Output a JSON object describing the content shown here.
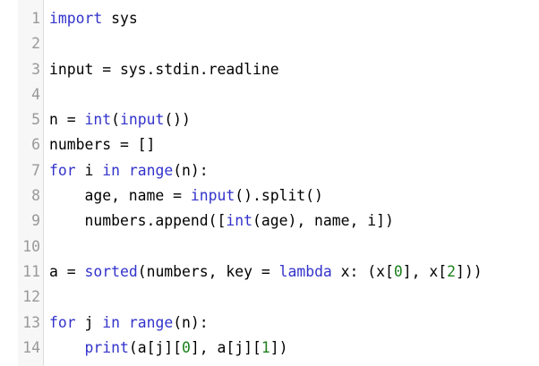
{
  "editor": {
    "colors": {
      "keyword": "#3333cc",
      "number": "#1a7f1a",
      "text": "#000000",
      "line_number": "#999999",
      "gutter_bg": "#f7f7f7"
    },
    "lines": [
      {
        "num": "1",
        "tokens": [
          [
            "kw2",
            "import"
          ],
          [
            "t",
            " sys"
          ]
        ]
      },
      {
        "num": "2",
        "tokens": []
      },
      {
        "num": "3",
        "tokens": [
          [
            "t",
            "input = sys.stdin.readline"
          ]
        ]
      },
      {
        "num": "4",
        "tokens": []
      },
      {
        "num": "5",
        "tokens": [
          [
            "t",
            "n = "
          ],
          [
            "kw2",
            "int"
          ],
          [
            "t",
            "("
          ],
          [
            "kw2",
            "input"
          ],
          [
            "t",
            "())"
          ]
        ]
      },
      {
        "num": "6",
        "tokens": [
          [
            "t",
            "numbers = []"
          ]
        ]
      },
      {
        "num": "7",
        "tokens": [
          [
            "kw2",
            "for"
          ],
          [
            "t",
            " i "
          ],
          [
            "kw2",
            "in"
          ],
          [
            "t",
            " "
          ],
          [
            "kw2",
            "range"
          ],
          [
            "t",
            "(n):"
          ]
        ]
      },
      {
        "num": "8",
        "tokens": [
          [
            "t",
            "    age, name = "
          ],
          [
            "kw2",
            "input"
          ],
          [
            "t",
            "().split()"
          ]
        ]
      },
      {
        "num": "9",
        "tokens": [
          [
            "t",
            "    numbers.append(["
          ],
          [
            "kw2",
            "int"
          ],
          [
            "t",
            "(age), name, i])"
          ]
        ]
      },
      {
        "num": "10",
        "tokens": []
      },
      {
        "num": "11",
        "tokens": [
          [
            "t",
            "a = "
          ],
          [
            "kw2",
            "sorted"
          ],
          [
            "t",
            "(numbers, key = "
          ],
          [
            "kw2",
            "lambda"
          ],
          [
            "t",
            " x: (x["
          ],
          [
            "num",
            "0"
          ],
          [
            "t",
            "], x["
          ],
          [
            "num",
            "2"
          ],
          [
            "t",
            "]))"
          ]
        ]
      },
      {
        "num": "12",
        "tokens": []
      },
      {
        "num": "13",
        "tokens": [
          [
            "kw2",
            "for"
          ],
          [
            "t",
            " j "
          ],
          [
            "kw2",
            "in"
          ],
          [
            "t",
            " "
          ],
          [
            "kw2",
            "range"
          ],
          [
            "t",
            "(n):"
          ]
        ]
      },
      {
        "num": "14",
        "tokens": [
          [
            "t",
            "    "
          ],
          [
            "kw2",
            "print"
          ],
          [
            "t",
            "(a[j]["
          ],
          [
            "num",
            "0"
          ],
          [
            "t",
            "], a[j]["
          ],
          [
            "num",
            "1"
          ],
          [
            "t",
            "])"
          ]
        ]
      }
    ]
  }
}
